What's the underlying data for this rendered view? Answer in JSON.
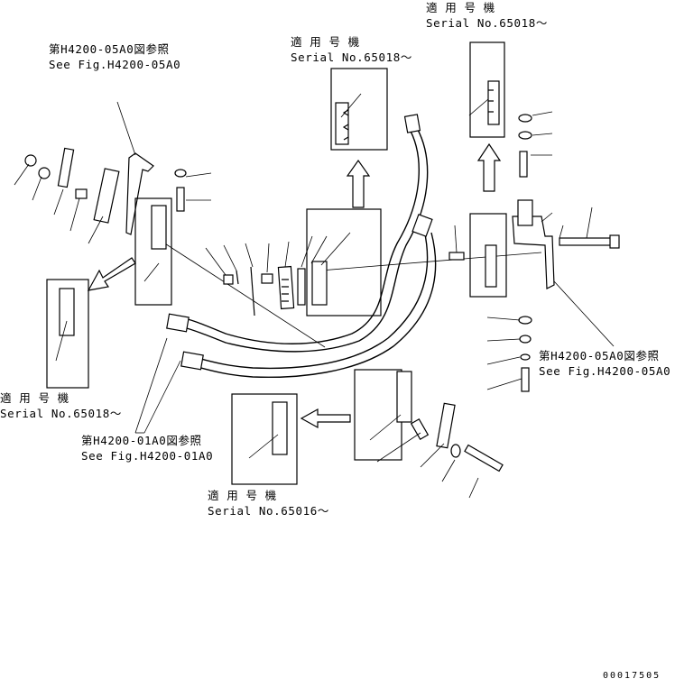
{
  "labels": {
    "serial_top_right_jp": "適 用 号 機",
    "serial_top_right_no": "Serial No.65018～",
    "serial_top_center_jp": "適 用 号 機",
    "serial_top_center_no": "Serial No.65018～",
    "ref_top_left_jp": "第H4200-05A0図参照",
    "ref_top_left_en": "See Fig.H4200-05A0",
    "ref_right_jp": "第H4200-05A0図参照",
    "ref_right_en": "See Fig.H4200-05A0",
    "serial_left_jp": "適 用 号 機",
    "serial_left_no": "Serial No.65018～",
    "ref_bottom_left_jp": "第H4200-01A0図参照",
    "ref_bottom_left_en": "See Fig.H4200-01A0",
    "serial_bottom_jp": "適 用 号 機",
    "serial_bottom_no": "Serial No.65016～",
    "drawing_number": "00017505"
  },
  "colors": {
    "line": "#000000",
    "background": "#ffffff"
  }
}
